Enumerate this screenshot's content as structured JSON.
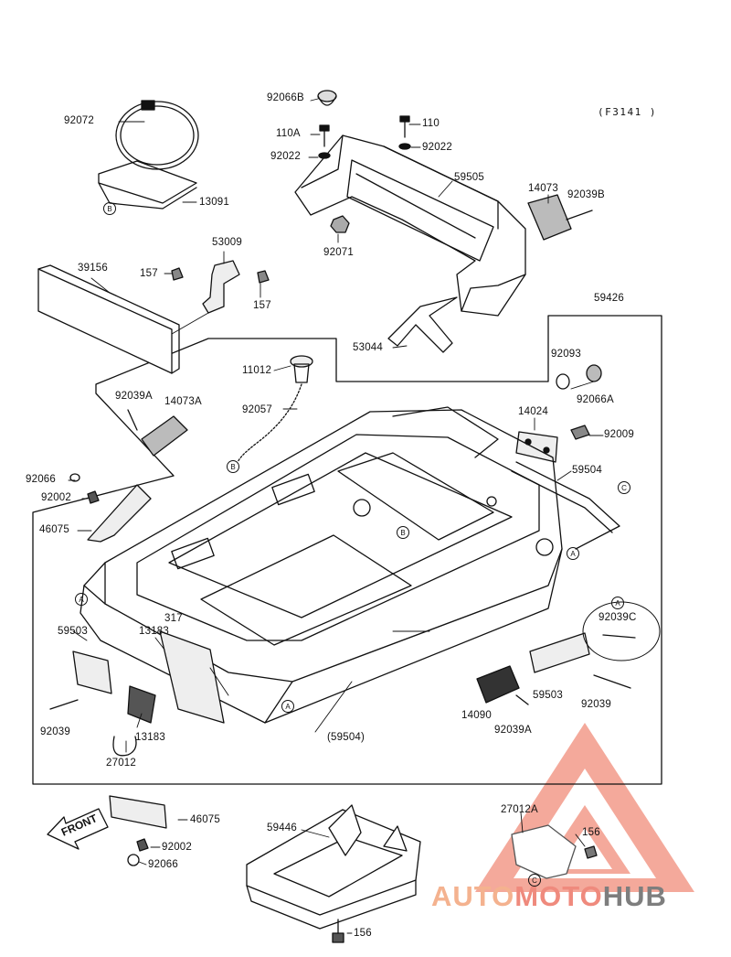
{
  "figure_code": "(F3141 )",
  "front_label": "FRONT",
  "watermark": {
    "part1": "AUTO",
    "part2": "MOTO",
    "part3": "HUB",
    "colors": [
      "#f4b28f",
      "#ef8a7d",
      "#7e7e7e"
    ]
  },
  "ref_letters": {
    "a": "A",
    "b": "B",
    "c": "C"
  },
  "labels": {
    "p92066B": "92066B",
    "p92072": "92072",
    "p13091": "13091",
    "p110A": "110A",
    "p110": "110",
    "p92022a": "92022",
    "p92022b": "92022",
    "p59505": "59505",
    "p14073": "14073",
    "p92039B": "92039B",
    "p92071": "92071",
    "p53009": "53009",
    "p39156": "39156",
    "p157a": "157",
    "p157b": "157",
    "p59426": "59426",
    "p53044": "53044",
    "p11012": "11012",
    "p92093": "92093",
    "p92066A": "92066A",
    "p92039A_a": "92039A",
    "p14073A": "14073A",
    "p92057": "92057",
    "p14024": "14024",
    "p92009": "92009",
    "p92066": "92066",
    "p92002a": "92002",
    "p46075a": "46075",
    "p59504": "59504",
    "p92039C": "92039C",
    "p317": "317",
    "p13183a": "13183",
    "p59503a": "59503",
    "p92039a": "92039",
    "p13183b": "13183",
    "p27012": "27012",
    "p59503b": "59503",
    "p92039b": "92039",
    "p14090": "14090",
    "p92039A_b": "92039A",
    "p59504b": "(59504)",
    "p46075b": "46075",
    "p92002b": "92002",
    "p92066c": "92066",
    "p59446": "59446",
    "p156a": "156",
    "p27012A": "27012A",
    "p156b": "156"
  }
}
